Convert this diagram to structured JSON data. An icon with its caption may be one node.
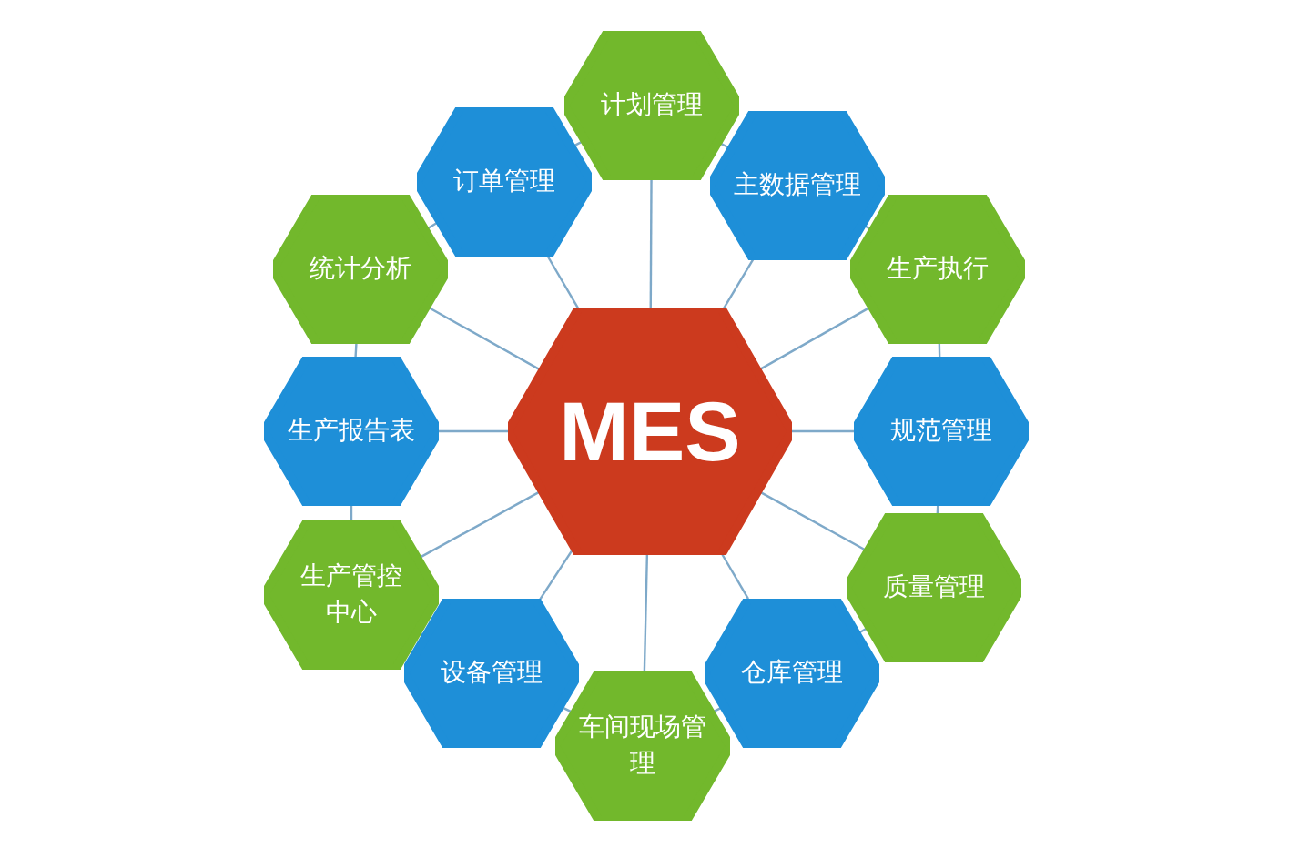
{
  "diagram": {
    "nodes": [
      {
        "text": [
          "MES"
        ]
      },
      {
        "text": [
          "计划管理"
        ]
      },
      {
        "text": [
          "主数据管理"
        ]
      },
      {
        "text": [
          "生产执行"
        ]
      },
      {
        "text": [
          "规范管理"
        ]
      },
      {
        "text": [
          "质量管理"
        ]
      },
      {
        "text": [
          "仓库管理"
        ]
      },
      {
        "text": [
          "车间现场管理"
        ]
      },
      {
        "text": [
          "设备管理"
        ]
      },
      {
        "text": [
          "生产管控中心"
        ]
      },
      {
        "text": [
          "生产报告表"
        ]
      },
      {
        "text": [
          "统计分析"
        ]
      },
      {
        "text": [
          "订单管理"
        ]
      }
    ],
    "edges": [
      {
        "from": 0,
        "to": 1,
        "arrow": "none"
      },
      {
        "from": 0,
        "to": 2,
        "arrow": "none"
      },
      {
        "from": 0,
        "to": 3,
        "arrow": "none"
      },
      {
        "from": 0,
        "to": 4,
        "arrow": "none"
      },
      {
        "from": 0,
        "to": 5,
        "arrow": "none"
      },
      {
        "from": 0,
        "to": 6,
        "arrow": "none"
      },
      {
        "from": 0,
        "to": 7,
        "arrow": "none"
      },
      {
        "from": 0,
        "to": 8,
        "arrow": "none"
      },
      {
        "from": 0,
        "to": 9,
        "arrow": "none"
      },
      {
        "from": 0,
        "to": 10,
        "arrow": "none"
      },
      {
        "from": 0,
        "to": 11,
        "arrow": "none"
      },
      {
        "from": 0,
        "to": 12,
        "arrow": "none"
      },
      {
        "from": 1,
        "to": 2,
        "arrow": "none"
      },
      {
        "from": 2,
        "to": 3,
        "arrow": "none"
      },
      {
        "from": 3,
        "to": 4,
        "arrow": "none"
      },
      {
        "from": 4,
        "to": 5,
        "arrow": "none"
      },
      {
        "from": 5,
        "to": 6,
        "arrow": "none"
      },
      {
        "from": 6,
        "to": 7,
        "arrow": "none"
      },
      {
        "from": 7,
        "to": 8,
        "arrow": "none"
      },
      {
        "from": 8,
        "to": 9,
        "arrow": "none"
      },
      {
        "from": 9,
        "to": 10,
        "arrow": "none"
      },
      {
        "from": 10,
        "to": 11,
        "arrow": "none"
      },
      {
        "from": 11,
        "to": 12,
        "arrow": "none"
      },
      {
        "from": 12,
        "to": 1,
        "arrow": "none"
      }
    ]
  }
}
